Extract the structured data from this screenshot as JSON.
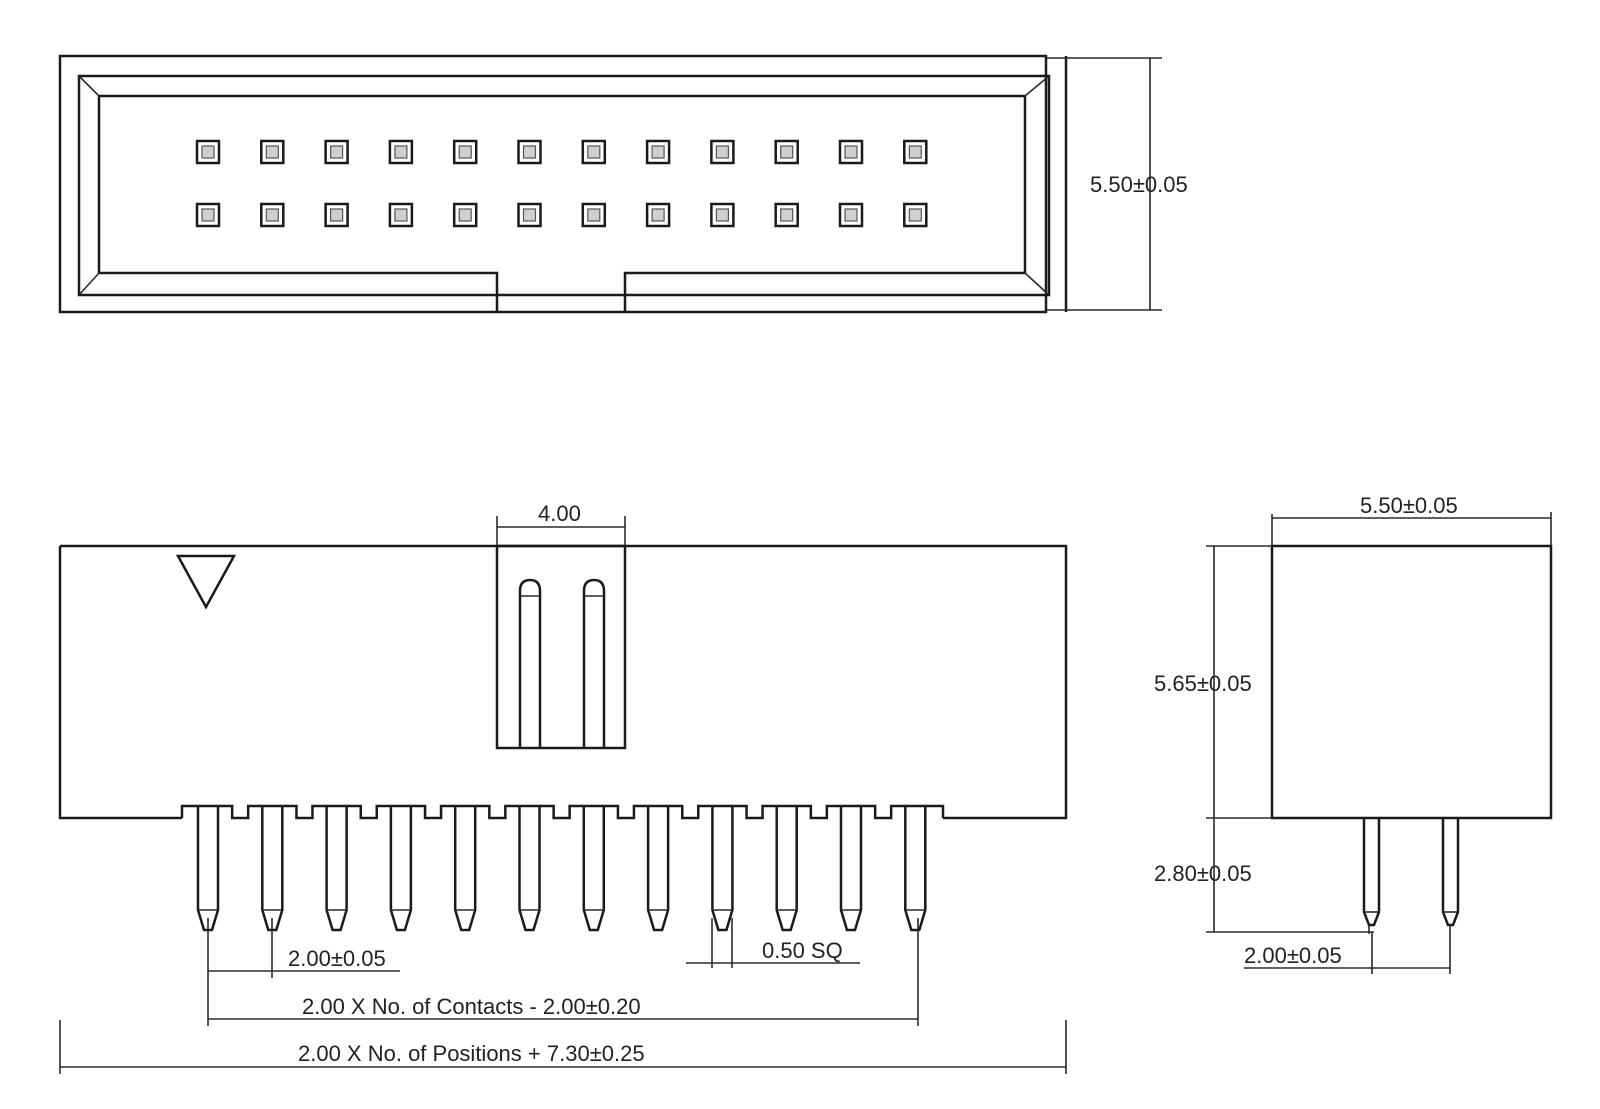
{
  "dimensions": {
    "top_height": "5.50±0.05",
    "key_width": "4.00",
    "side_width": "5.50±0.05",
    "side_body_height": "5.65±0.05",
    "side_pin_length": "2.80±0.05",
    "side_pitch": "2.00±0.05",
    "front_pitch": "2.00±0.05",
    "pin_square": "0.50  SQ",
    "contacts_formula": "2.00  X  No.  of  Contacts  -  2.00±0.20",
    "positions_formula": "2.00  X  No.  of  Positions  +  7.30±0.25"
  },
  "layout": {
    "pin_columns": 12,
    "pin_rows": 2
  },
  "colors": {
    "line": "#1a1a1a",
    "background": "#ffffff"
  }
}
